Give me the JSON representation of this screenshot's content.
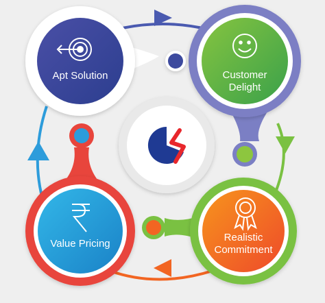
{
  "nodes": {
    "apt_solution": {
      "label": "Apt Solution",
      "icon": "target-icon",
      "color": "#4a4fa6"
    },
    "customer_delight": {
      "label_line1": "Customer",
      "label_line2": "Delight",
      "icon": "smiley-icon",
      "color": "#6db33f"
    },
    "realistic_commitment": {
      "label_line1": "Realistic",
      "label_line2": "Commitment",
      "icon": "award-ribbon-icon",
      "color": "#f0632a"
    },
    "value_pricing": {
      "label": "Value Pricing",
      "icon": "rupee-icon",
      "color": "#2aaae1"
    }
  },
  "center": {
    "logo": "company-logo",
    "colors": [
      "#1f3a93",
      "#e8272c"
    ]
  },
  "ring_colors": {
    "top": "#4a5ab0",
    "right": "#7ac142",
    "bottom": "#f26522",
    "left": "#2d9cdb"
  }
}
